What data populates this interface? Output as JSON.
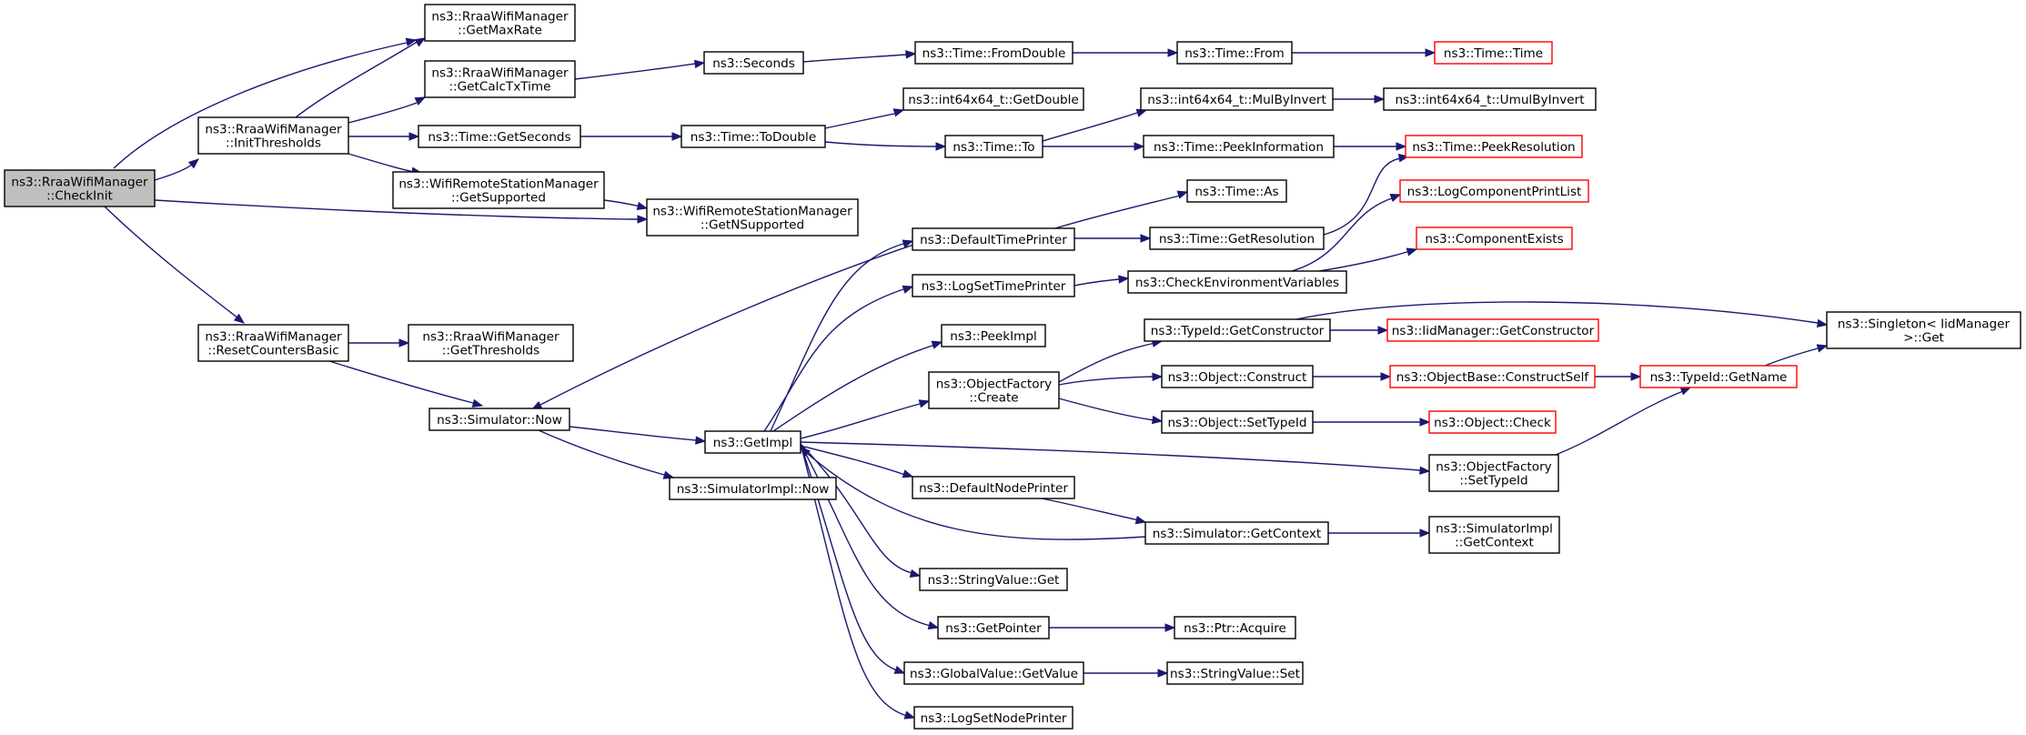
{
  "nodes": [
    {
      "id": "checkinit",
      "lines": [
        "ns3::RraaWifiManager",
        "::CheckInit"
      ]
    },
    {
      "id": "getmaxrate",
      "lines": [
        "ns3::RraaWifiManager",
        "::GetMaxRate"
      ]
    },
    {
      "id": "initthresholds",
      "lines": [
        "ns3::RraaWifiManager",
        "::InitThresholds"
      ]
    },
    {
      "id": "getcalctxtime",
      "lines": [
        "ns3::RraaWifiManager",
        "::GetCalcTxTime"
      ]
    },
    {
      "id": "seconds",
      "lines": [
        "ns3::Seconds"
      ]
    },
    {
      "id": "time_fromdouble",
      "lines": [
        "ns3::Time::FromDouble"
      ]
    },
    {
      "id": "time_from",
      "lines": [
        "ns3::Time::From"
      ]
    },
    {
      "id": "time_time",
      "lines": [
        "ns3::Time::Time"
      ]
    },
    {
      "id": "int64_getdouble",
      "lines": [
        "ns3::int64x64_t::GetDouble"
      ]
    },
    {
      "id": "int64_mulbyinvert",
      "lines": [
        "ns3::int64x64_t::MulByInvert"
      ]
    },
    {
      "id": "int64_umulbyinvert",
      "lines": [
        "ns3::int64x64_t::UmulByInvert"
      ]
    },
    {
      "id": "time_getseconds",
      "lines": [
        "ns3::Time::GetSeconds"
      ]
    },
    {
      "id": "time_todouble",
      "lines": [
        "ns3::Time::ToDouble"
      ]
    },
    {
      "id": "time_to",
      "lines": [
        "ns3::Time::To"
      ]
    },
    {
      "id": "time_peekinformation",
      "lines": [
        "ns3::Time::PeekInformation"
      ]
    },
    {
      "id": "time_peekresolution",
      "lines": [
        "ns3::Time::PeekResolution"
      ]
    },
    {
      "id": "getsupported",
      "lines": [
        "ns3::WifiRemoteStationManager",
        "::GetSupported"
      ]
    },
    {
      "id": "getnsupported",
      "lines": [
        "ns3::WifiRemoteStationManager",
        "::GetNSupported"
      ]
    },
    {
      "id": "time_as",
      "lines": [
        "ns3::Time::As"
      ]
    },
    {
      "id": "logcomponentprintlist",
      "lines": [
        "ns3::LogComponentPrintList"
      ]
    },
    {
      "id": "defaulttimeprinter",
      "lines": [
        "ns3::DefaultTimePrinter"
      ]
    },
    {
      "id": "time_getresolution",
      "lines": [
        "ns3::Time::GetResolution"
      ]
    },
    {
      "id": "componentexists",
      "lines": [
        "ns3::ComponentExists"
      ]
    },
    {
      "id": "logsettimeprinter",
      "lines": [
        "ns3::LogSetTimePrinter"
      ]
    },
    {
      "id": "checkenvvars",
      "lines": [
        "ns3::CheckEnvironmentVariables"
      ]
    },
    {
      "id": "resetcountersbasic",
      "lines": [
        "ns3::RraaWifiManager",
        "::ResetCountersBasic"
      ]
    },
    {
      "id": "getthresholds",
      "lines": [
        "ns3::RraaWifiManager",
        "::GetThresholds"
      ]
    },
    {
      "id": "typeid_getconstructor",
      "lines": [
        "ns3::TypeId::GetConstructor"
      ]
    },
    {
      "id": "iidmanager_getconstructor",
      "lines": [
        "ns3::IidManager::GetConstructor"
      ]
    },
    {
      "id": "singleton_get",
      "lines": [
        "ns3::Singleton< IidManager",
        " >::Get"
      ]
    },
    {
      "id": "peekimpl",
      "lines": [
        "ns3::PeekImpl"
      ]
    },
    {
      "id": "objectfactory_create",
      "lines": [
        "ns3::ObjectFactory",
        "::Create"
      ]
    },
    {
      "id": "object_construct",
      "lines": [
        "ns3::Object::Construct"
      ]
    },
    {
      "id": "objectbase_constructself",
      "lines": [
        "ns3::ObjectBase::ConstructSelf"
      ]
    },
    {
      "id": "typeid_getname",
      "lines": [
        "ns3::TypeId::GetName"
      ]
    },
    {
      "id": "simulator_now",
      "lines": [
        "ns3::Simulator::Now"
      ]
    },
    {
      "id": "object_settypeid",
      "lines": [
        "ns3::Object::SetTypeId"
      ]
    },
    {
      "id": "object_check",
      "lines": [
        "ns3::Object::Check"
      ]
    },
    {
      "id": "getimpl",
      "lines": [
        "ns3::GetImpl"
      ]
    },
    {
      "id": "objectfactory_settypeid",
      "lines": [
        "ns3::ObjectFactory",
        "::SetTypeId"
      ]
    },
    {
      "id": "simulatorimpl_now",
      "lines": [
        "ns3::SimulatorImpl::Now"
      ]
    },
    {
      "id": "defaultnodeprinter",
      "lines": [
        "ns3::DefaultNodePrinter"
      ]
    },
    {
      "id": "simulator_getcontext",
      "lines": [
        "ns3::Simulator::GetContext"
      ]
    },
    {
      "id": "simulatorimpl_getcontext",
      "lines": [
        "ns3::SimulatorImpl",
        "::GetContext"
      ]
    },
    {
      "id": "stringvalue_get",
      "lines": [
        "ns3::StringValue::Get"
      ]
    },
    {
      "id": "getpointer",
      "lines": [
        "ns3::GetPointer"
      ]
    },
    {
      "id": "ptr_acquire",
      "lines": [
        "ns3::Ptr::Acquire"
      ]
    },
    {
      "id": "globalvalue_getvalue",
      "lines": [
        "ns3::GlobalValue::GetValue"
      ]
    },
    {
      "id": "stringvalue_set",
      "lines": [
        "ns3::StringValue::Set"
      ]
    },
    {
      "id": "logsetnodeprinter",
      "lines": [
        "ns3::LogSetNodePrinter"
      ]
    }
  ],
  "highlighted_node": "checkinit",
  "truncated_nodes": [
    "time_time",
    "time_peekresolution",
    "logcomponentprintlist",
    "componentexists",
    "iidmanager_getconstructor",
    "objectbase_constructself",
    "typeid_getname",
    "object_check"
  ],
  "colors": {
    "edge": "#191970",
    "truncated_border": "#ff0000",
    "root_fill": "#bfbfbf",
    "node_border": "#000000"
  }
}
